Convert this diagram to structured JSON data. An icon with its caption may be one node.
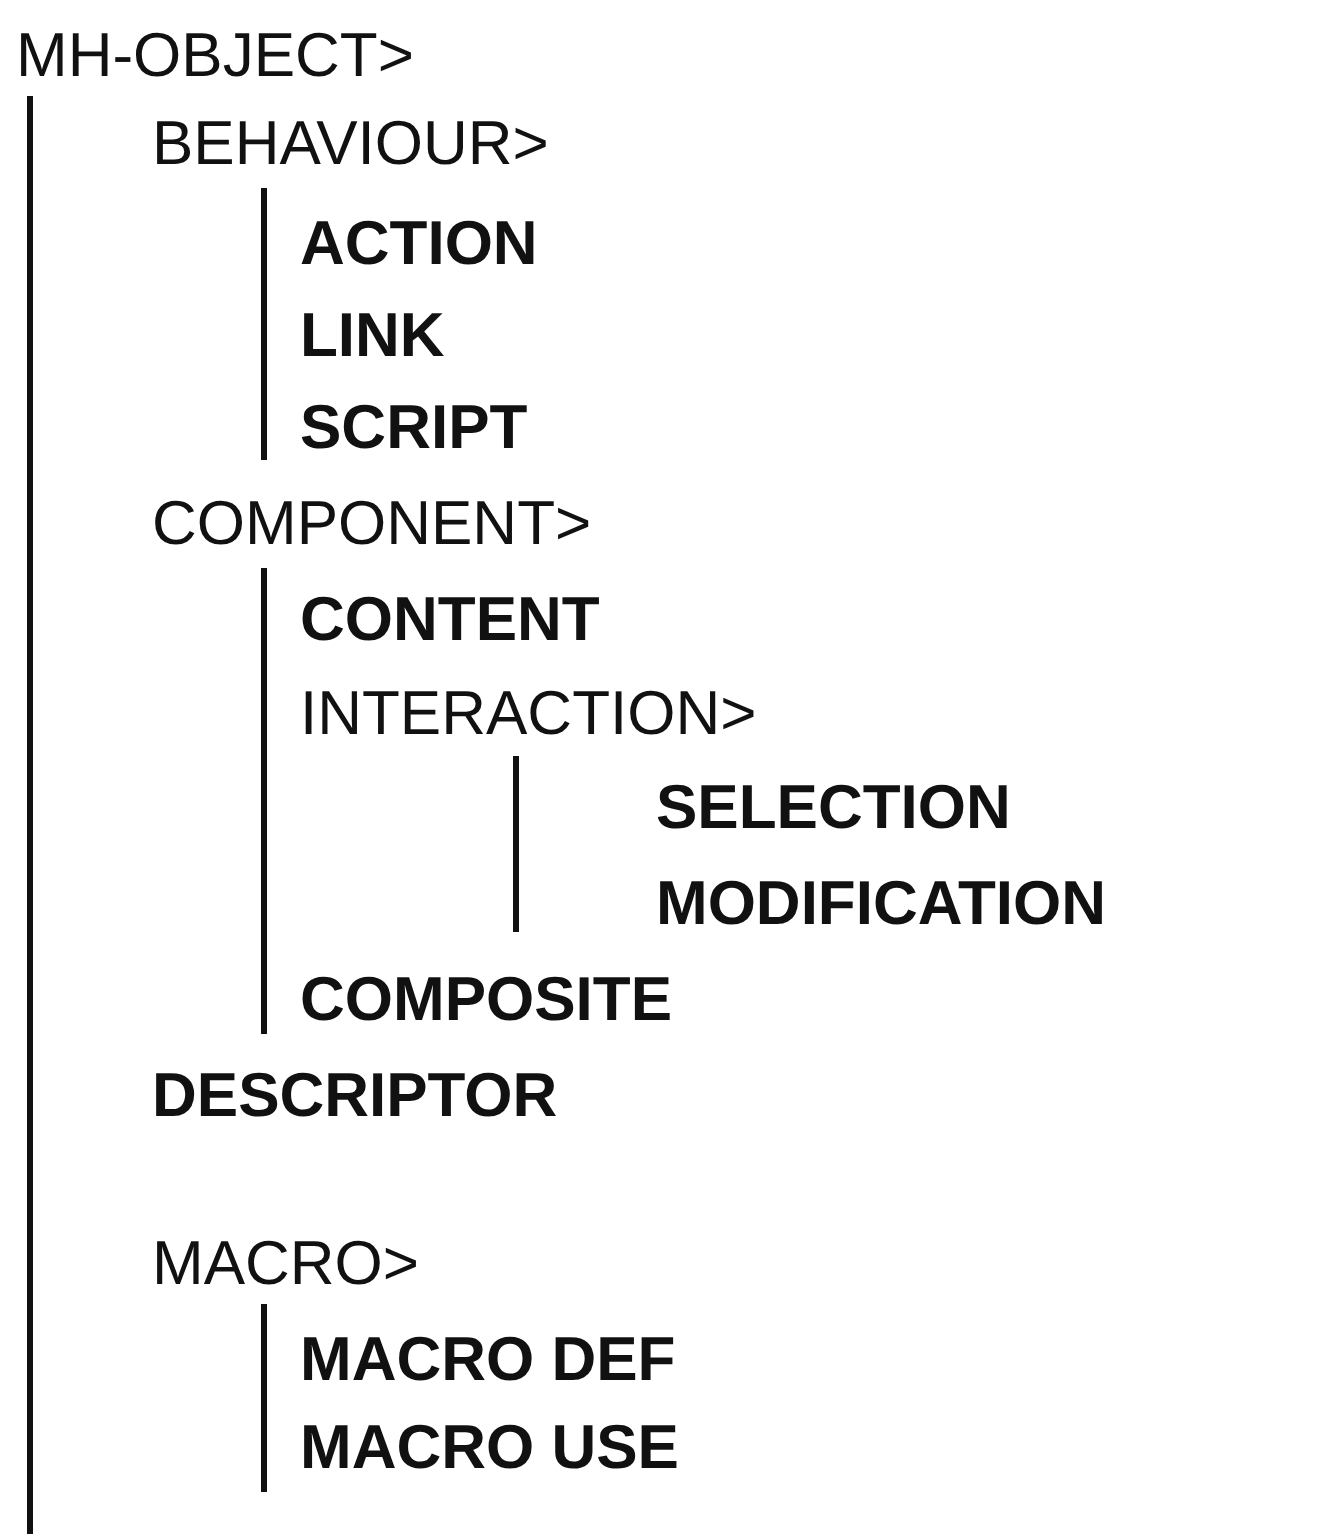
{
  "diagram": {
    "labels": [
      "MH-OBJECT>",
      "BEHAVIOUR>",
      "ACTION",
      "LINK",
      "SCRIPT",
      "COMPONENT>",
      "CONTENT",
      "INTERACTION>",
      "SELECTION",
      "MODIFICATION",
      "COMPOSITE",
      "DESCRIPTOR",
      "MACRO>",
      "MACRO DEF",
      "MACRO USE"
    ]
  }
}
